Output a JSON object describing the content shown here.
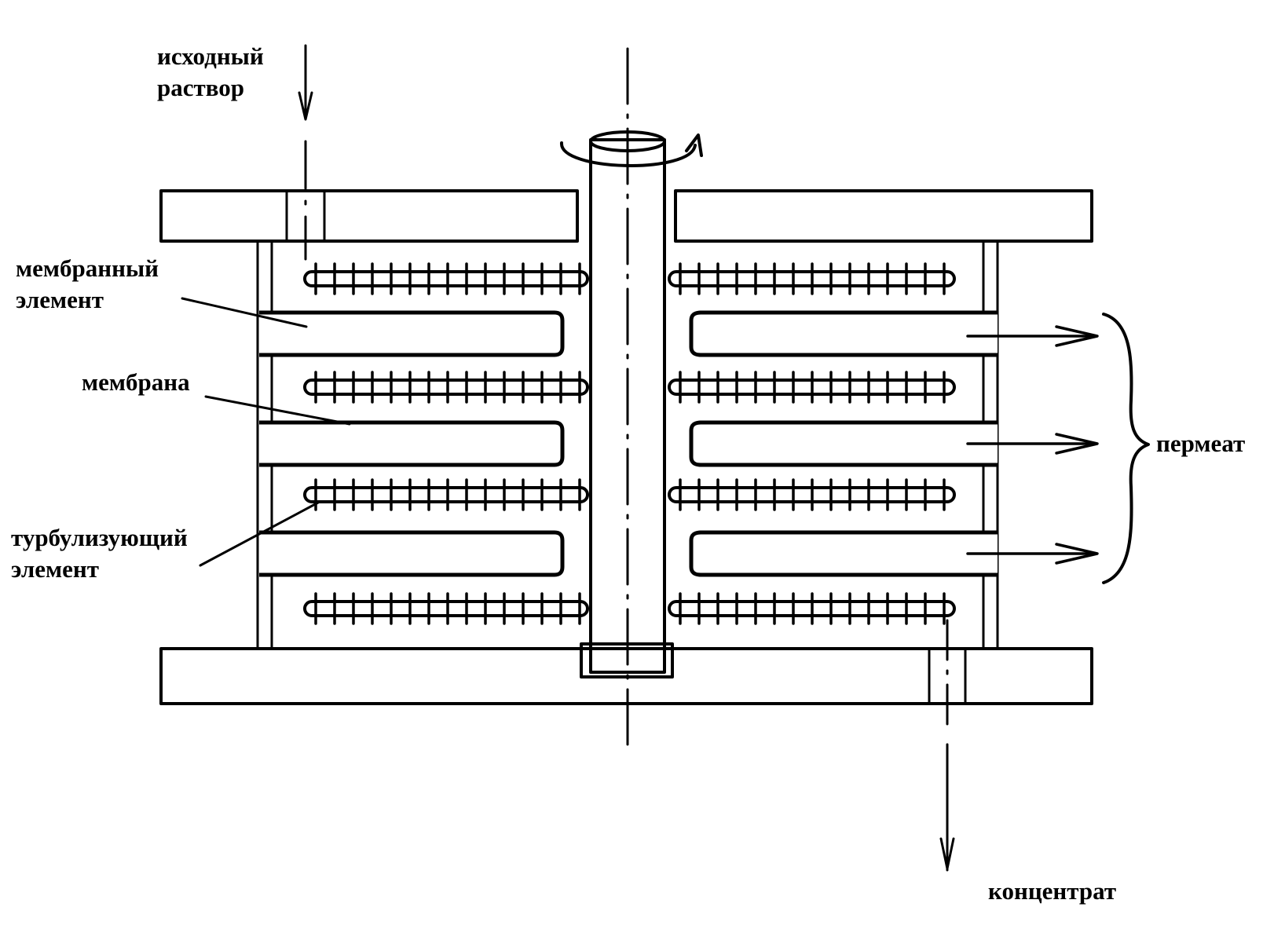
{
  "labels": {
    "feed_line1": "исходный",
    "feed_line2": "раствор",
    "element_line1": "мембранный",
    "element_line2": "элемент",
    "membrane": "мембрана",
    "turbulizer_line1": "турбулизующий",
    "turbulizer_line2": "элемент",
    "permeate": "пермеат",
    "concentrate": "концентрат"
  },
  "structure": {
    "membrane_element_count": 6,
    "turbulizer_count": 8,
    "permeate_outlet_count": 3
  },
  "colors": {
    "ink": "#000000",
    "paper": "#ffffff"
  }
}
